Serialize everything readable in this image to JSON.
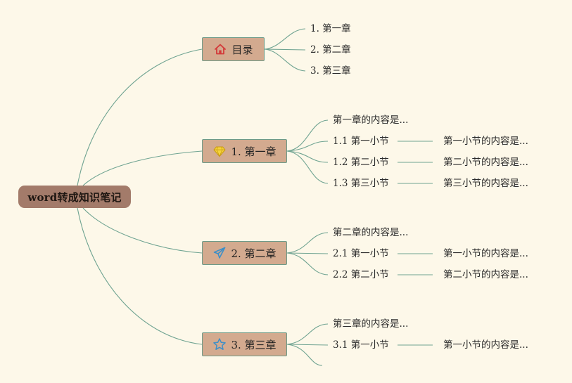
{
  "root": {
    "label": "word转成知识笔记"
  },
  "branches": [
    {
      "label": "目录",
      "icon": "home-icon",
      "children": [
        {
          "label": "1. 第一章"
        },
        {
          "label": "2. 第二章"
        },
        {
          "label": "3. 第三章"
        }
      ]
    },
    {
      "label": "1. 第一章",
      "icon": "diamond-icon",
      "intro": "第一章的内容是...",
      "children": [
        {
          "label": "1.1 第一小节",
          "content": "第一小节的内容是..."
        },
        {
          "label": "1.2 第二小节",
          "content": "第二小节的内容是..."
        },
        {
          "label": "1.3 第三小节",
          "content": "第三小节的内容是..."
        }
      ]
    },
    {
      "label": "2. 第二章",
      "icon": "paper-plane-icon",
      "intro": "第二章的内容是...",
      "children": [
        {
          "label": "2.1 第一小节",
          "content": "第一小节的内容是..."
        },
        {
          "label": "2.2 第二小节",
          "content": "第二小节的内容是..."
        }
      ]
    },
    {
      "label": "3. 第三章",
      "icon": "star-icon",
      "intro": "第三章的内容是...",
      "children": [
        {
          "label": "3.1 第一小节",
          "content": "第一小节的内容是..."
        }
      ]
    }
  ]
}
